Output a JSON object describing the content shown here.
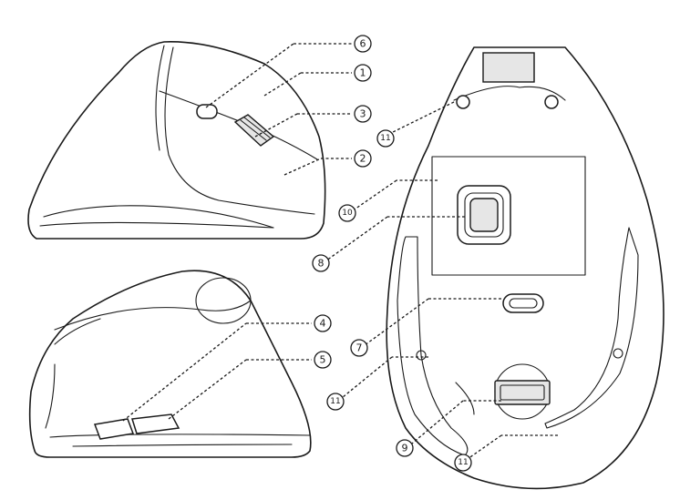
{
  "callouts": {
    "c6": "6",
    "c1": "1",
    "c3": "3",
    "c2": "2",
    "c4": "4",
    "c5": "5",
    "c11a": "11",
    "c10": "10",
    "c8": "8",
    "c7": "7",
    "c11b": "11",
    "c9": "9",
    "c11c": "11"
  }
}
